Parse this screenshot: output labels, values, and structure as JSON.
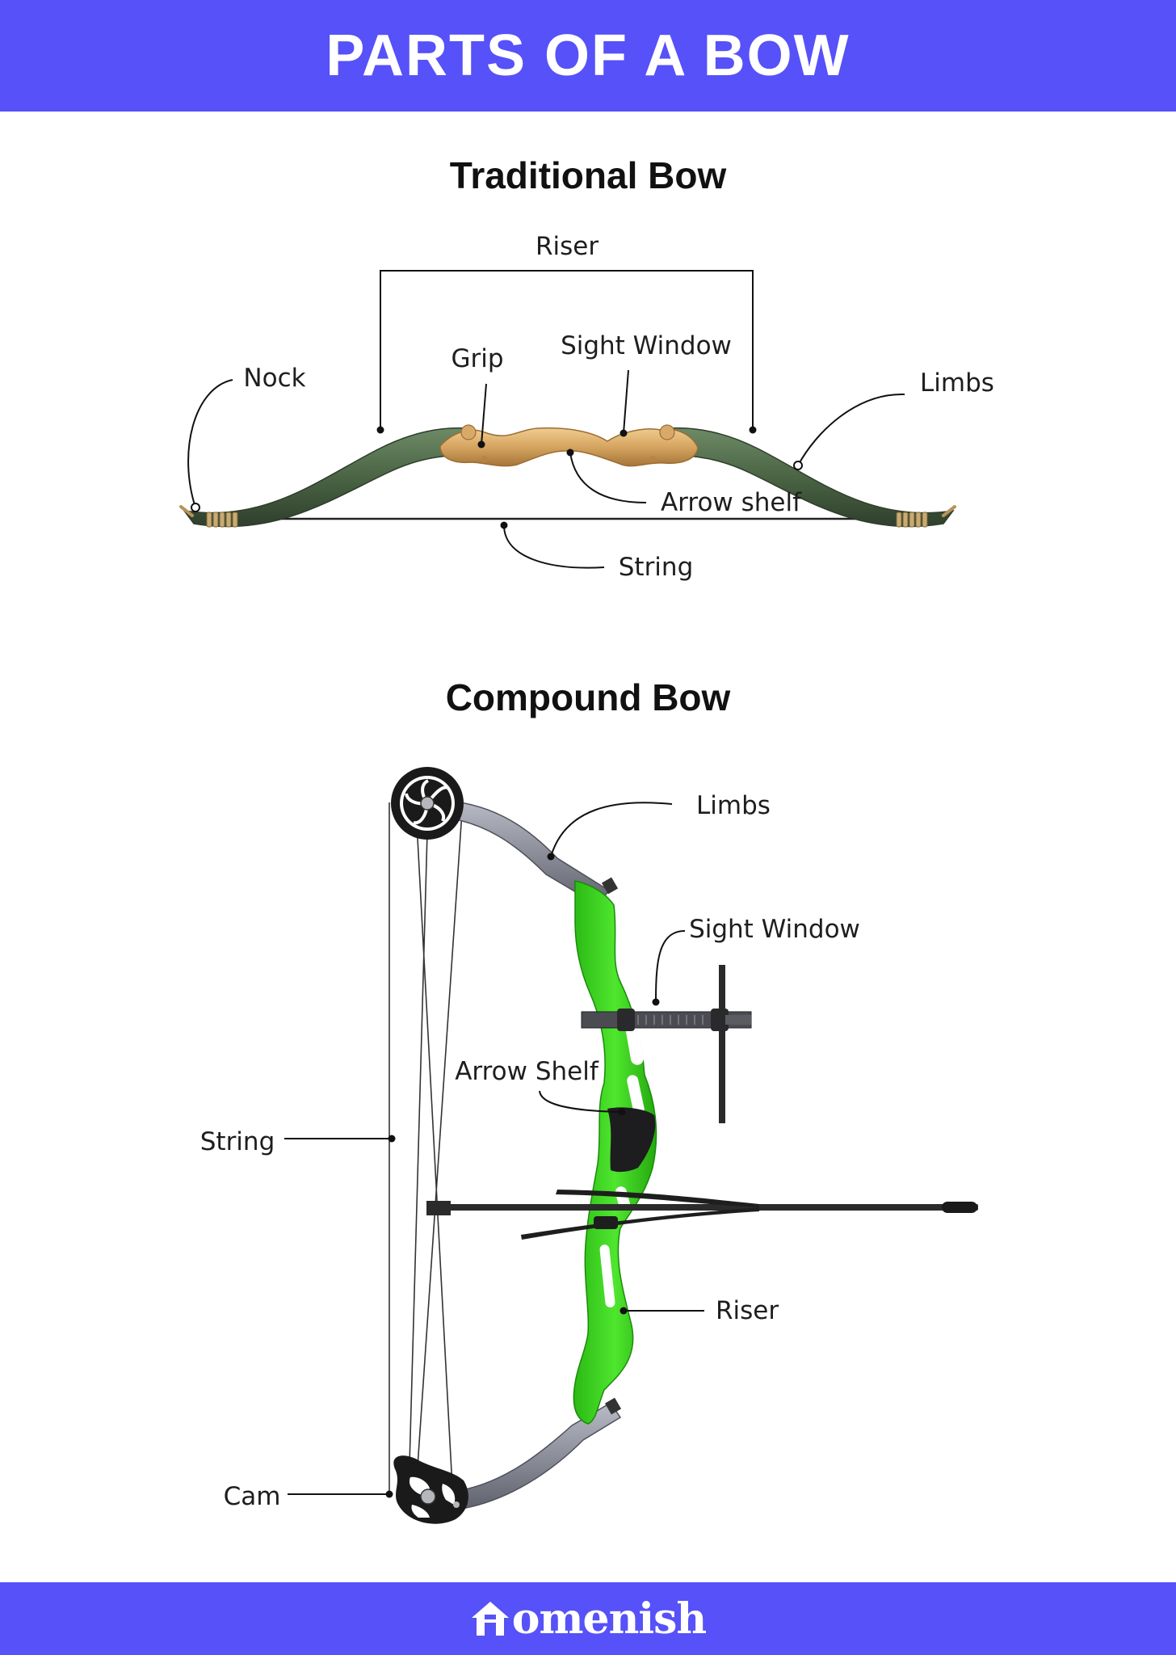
{
  "header": {
    "title": "PARTS OF A BOW"
  },
  "colors": {
    "brand": "#5651f8",
    "limb_traditional": "#4f6b4a",
    "riser_traditional": "#d7a866",
    "riser_compound": "#2ecc1b",
    "limb_compound": "#8c8e9a"
  },
  "traditional": {
    "title": "Traditional Bow",
    "labels": {
      "riser": "Riser",
      "grip": "Grip",
      "sight_window": "Sight Window",
      "nock": "Nock",
      "limbs": "Limbs",
      "arrow_shelf": "Arrow shelf",
      "string": "String"
    }
  },
  "compound": {
    "title": "Compound Bow",
    "labels": {
      "limbs": "Limbs",
      "sight_window": "Sight Window",
      "arrow_shelf": "Arrow Shelf",
      "string": "String",
      "riser": "Riser",
      "cam": "Cam"
    }
  },
  "footer": {
    "brand": "omenish",
    "logo_icon": "house-h-icon"
  }
}
